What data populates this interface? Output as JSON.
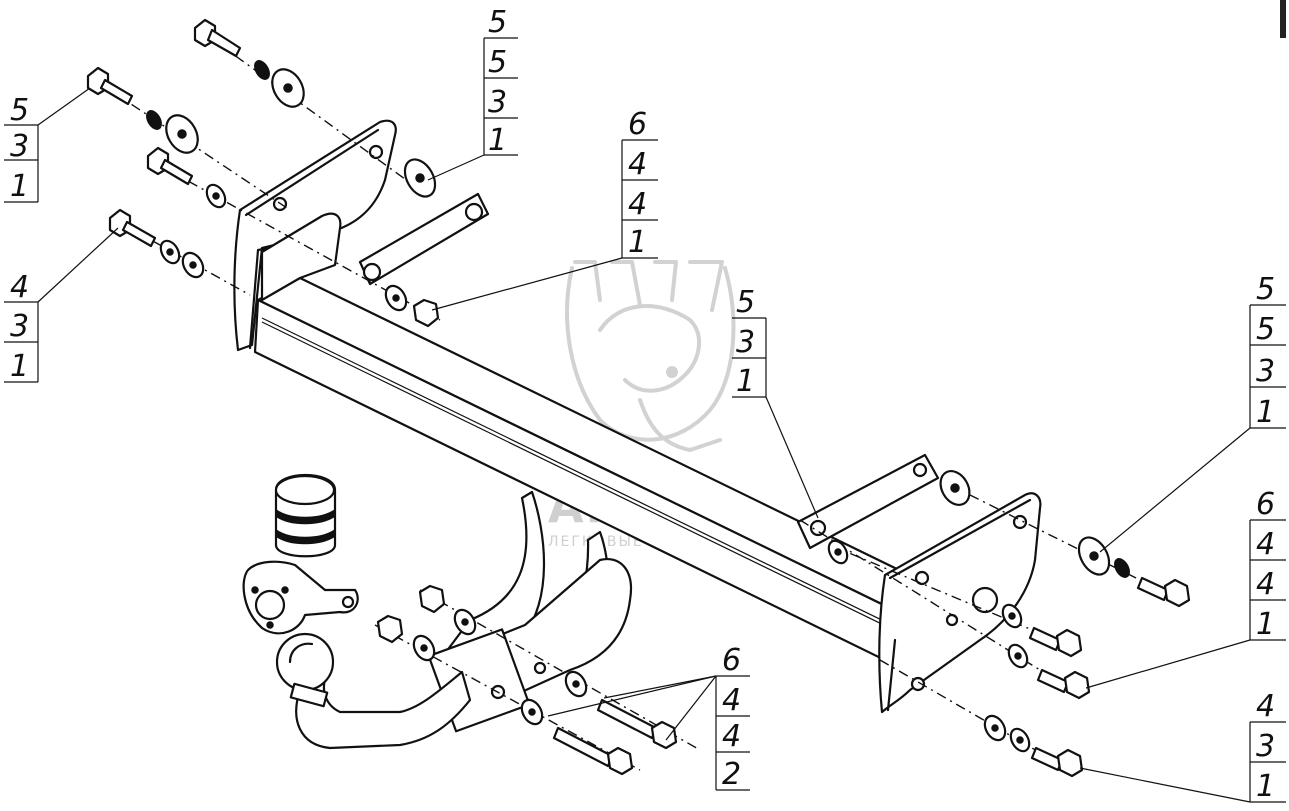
{
  "callouts": [
    {
      "id": "top-left-a",
      "numbers": [
        "5",
        "3",
        "1"
      ]
    },
    {
      "id": "top-left-b",
      "numbers": [
        "4",
        "3",
        "1"
      ]
    },
    {
      "id": "top-center",
      "numbers": [
        "5",
        "5",
        "3",
        "1"
      ]
    },
    {
      "id": "center-nut",
      "numbers": [
        "6",
        "4",
        "4",
        "1"
      ]
    },
    {
      "id": "mid-right",
      "numbers": [
        "5",
        "3",
        "1"
      ]
    },
    {
      "id": "right-top",
      "numbers": [
        "5",
        "5",
        "3",
        "1"
      ]
    },
    {
      "id": "right-mid",
      "numbers": [
        "6",
        "4",
        "4",
        "1"
      ]
    },
    {
      "id": "right-bottom",
      "numbers": [
        "4",
        "3",
        "1"
      ]
    },
    {
      "id": "bottom-center",
      "numbers": [
        "6",
        "4",
        "4",
        "2"
      ]
    }
  ],
  "watermark": {
    "brand": "АРИВА",
    "tagline": "ЛЕГКОВЫЕ ПРИЦЕПЫ"
  },
  "colors": {
    "line": "#111111",
    "watermark": "#cfcfcf",
    "background": "#ffffff"
  }
}
